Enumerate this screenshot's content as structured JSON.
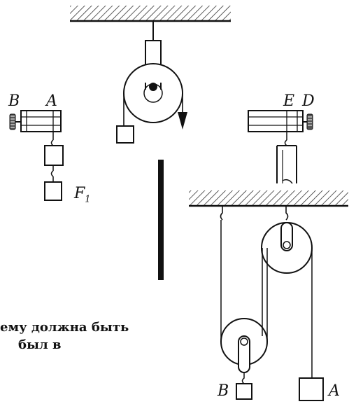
{
  "labels": {
    "b_left": "B",
    "a_left": "A",
    "f1": "F",
    "f1_sub": "1",
    "e_right": "E",
    "d_right": "D",
    "b_bottom": "B",
    "a_bottom": "A"
  },
  "text": {
    "line1": "ему должна быть",
    "line2": "был в"
  }
}
